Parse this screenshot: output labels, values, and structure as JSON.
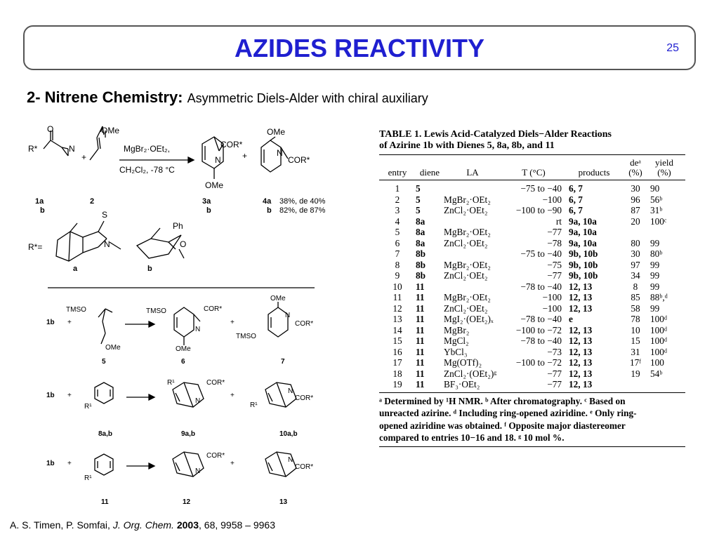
{
  "header": {
    "title": "AZIDES REACTIVITY",
    "page_number": "25"
  },
  "subtitle": {
    "bold": "2- Nitrene Chemistry:",
    "desc": "Asymmetric Diels-Alder with chiral auxiliary"
  },
  "scheme1": {
    "r_star": "R*",
    "reagent_top": "MgBr₂·OEt₂,",
    "reagent_bottom": "CH₂Cl₂, -78 °C",
    "ome": "OMe",
    "cor": "COR*",
    "n": "N",
    "plus": "+",
    "o": "O",
    "labels": [
      "1a",
      "b",
      "2",
      "3a",
      "b",
      "4a",
      "b"
    ],
    "result_a": "38%, de 40%",
    "result_b": "82%, de 87%",
    "rstar_eq": "R*=",
    "aux_a": "a",
    "aux_b": "b",
    "ph": "Ph",
    "s": "S"
  },
  "scheme2": {
    "compound": "1b",
    "plus": "+",
    "tmso": "TMSO",
    "ome": "OMe",
    "cor": "COR*",
    "n": "N",
    "r1": "R¹",
    "labels_row1": [
      "5",
      "6",
      "7"
    ],
    "labels_row2": [
      "8a,b",
      "9a,b",
      "10a,b"
    ],
    "labels_row3": [
      "11",
      "12",
      "13"
    ]
  },
  "table": {
    "caption_line1": "TABLE 1.   Lewis Acid-Catalyzed Diels−Alder Reactions",
    "caption_line2": "of Azirine 1b with Dienes 5, 8a, 8b, and 11",
    "headers": {
      "entry": "entry",
      "diene": "diene",
      "la": "LA",
      "t": "T (°C)",
      "products": "products",
      "de_top": "deᵃ",
      "de_bottom": "(%)",
      "yield_top": "yield",
      "yield_bottom": "(%)"
    },
    "rows": [
      {
        "entry": "1",
        "diene": "5",
        "la": "",
        "t": "−75 to −40",
        "products": "6, 7",
        "de": "30",
        "yield": "90"
      },
      {
        "entry": "2",
        "diene": "5",
        "la": "MgBr₂·OEt₂",
        "t": "−100",
        "products": "6, 7",
        "de": "96",
        "yield": "56ᵇ"
      },
      {
        "entry": "3",
        "diene": "5",
        "la": "ZnCl₂·OEt₂",
        "t": "−100 to −90",
        "products": "6, 7",
        "de": "87",
        "yield": "31ᵇ"
      },
      {
        "entry": "4",
        "diene": "8a",
        "la": "",
        "t": "rt",
        "products": "9a, 10a",
        "de": "20",
        "yield": "100ᶜ"
      },
      {
        "entry": "5",
        "diene": "8a",
        "la": "MgBr₂·OEt₂",
        "t": "−77",
        "products": "9a, 10a",
        "de": "",
        "yield": ""
      },
      {
        "entry": "6",
        "diene": "8a",
        "la": "ZnCl₂·OEt₂",
        "t": "−78",
        "products": "9a, 10a",
        "de": "80",
        "yield": "99"
      },
      {
        "entry": "7",
        "diene": "8b",
        "la": "",
        "t": "−75 to −40",
        "products": "9b, 10b",
        "de": "30",
        "yield": "80ᵇ"
      },
      {
        "entry": "8",
        "diene": "8b",
        "la": "MgBr₂·OEt₂",
        "t": "−75",
        "products": "9b, 10b",
        "de": "97",
        "yield": "99"
      },
      {
        "entry": "9",
        "diene": "8b",
        "la": "ZnCl₂·OEt₂",
        "t": "−77",
        "products": "9b, 10b",
        "de": "34",
        "yield": "99"
      },
      {
        "entry": "10",
        "diene": "11",
        "la": "",
        "t": "−78 to −40",
        "products": "12, 13",
        "de": "8",
        "yield": "99"
      },
      {
        "entry": "11",
        "diene": "11",
        "la": "MgBr₂·OEt₂",
        "t": "−100",
        "products": "12, 13",
        "de": "85",
        "yield": "88ᵇ,ᵈ"
      },
      {
        "entry": "12",
        "diene": "11",
        "la": "ZnCl₂·OEt₂",
        "t": "−100",
        "products": "12, 13",
        "de": "58",
        "yield": "99"
      },
      {
        "entry": "13",
        "diene": "11",
        "la": "MgI₂·(OEt₂)ₓ",
        "t": "−78 to −40",
        "products": "e",
        "de": "78",
        "yield": "100ᵈ"
      },
      {
        "entry": "14",
        "diene": "11",
        "la": "MgBr₂",
        "t": "−100 to −72",
        "products": "12, 13",
        "de": "10",
        "yield": "100ᵈ"
      },
      {
        "entry": "15",
        "diene": "11",
        "la": "MgCl₂",
        "t": "−78 to −40",
        "products": "12, 13",
        "de": "15",
        "yield": "100ᵈ"
      },
      {
        "entry": "16",
        "diene": "11",
        "la": "YbCl₃",
        "t": "−73",
        "products": "12, 13",
        "de": "31",
        "yield": "100ᵈ"
      },
      {
        "entry": "17",
        "diene": "11",
        "la": "Mg(OTf)₂",
        "t": "−100 to −72",
        "products": "12, 13",
        "de": "17ᶠ",
        "yield": "100"
      },
      {
        "entry": "18",
        "diene": "11",
        "la": "ZnCl₂·(OEt₂)ᵍ",
        "t": "−77",
        "products": "12, 13",
        "de": "19",
        "yield": "54ᵇ"
      },
      {
        "entry": "19",
        "diene": "11",
        "la": "BF₃·OEt₂",
        "t": "−77",
        "products": "12, 13",
        "de": "",
        "yield": ""
      }
    ],
    "footnote_1": "ᵃ Determined by ¹H NMR. ᵇ After chromatography. ᶜ Based on",
    "footnote_2": "unreacted azirine. ᵈ Including ring-opened aziridine. ᵉ Only ring-",
    "footnote_3": "opened aziridine was obtained. ᶠ Opposite major diastereomer",
    "footnote_4": "compared to entries 10−16 and 18. ᵍ 10 mol %."
  },
  "citation": {
    "authors": "A. S. Timen, P. Somfai,",
    "journal": "J. Org. Chem.",
    "year": "2003",
    "rest": ", 68, 9958 – 9963"
  }
}
